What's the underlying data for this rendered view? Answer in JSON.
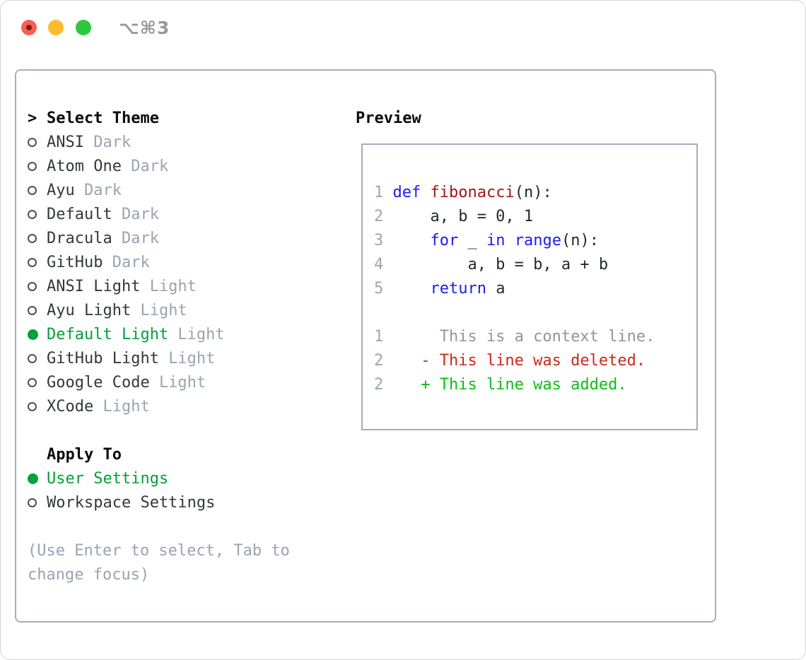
{
  "window": {
    "title": "⌥⌘3",
    "traffic_lights": [
      "close",
      "minimize",
      "zoom"
    ]
  },
  "theme_selector": {
    "prompt": ">",
    "header": "Select Theme",
    "themes": [
      {
        "name": "ANSI",
        "variant": "Dark",
        "selected": false
      },
      {
        "name": "Atom One",
        "variant": "Dark",
        "selected": false
      },
      {
        "name": "Ayu",
        "variant": "Dark",
        "selected": false
      },
      {
        "name": "Default",
        "variant": "Dark",
        "selected": false
      },
      {
        "name": "Dracula",
        "variant": "Dark",
        "selected": false
      },
      {
        "name": "GitHub",
        "variant": "Dark",
        "selected": false
      },
      {
        "name": "ANSI Light",
        "variant": "Light",
        "selected": false
      },
      {
        "name": "Ayu Light",
        "variant": "Light",
        "selected": false
      },
      {
        "name": "Default Light",
        "variant": "Light",
        "selected": true
      },
      {
        "name": "GitHub Light",
        "variant": "Light",
        "selected": false
      },
      {
        "name": "Google Code",
        "variant": "Light",
        "selected": false
      },
      {
        "name": "XCode",
        "variant": "Light",
        "selected": false
      }
    ],
    "apply_to": {
      "header": "Apply To",
      "options": [
        {
          "label": "User Settings",
          "selected": true
        },
        {
          "label": "Workspace Settings",
          "selected": false
        }
      ]
    },
    "hint_lines": [
      "(Use Enter to select, Tab to",
      "change focus)"
    ]
  },
  "preview": {
    "header": "Preview",
    "code_lines": [
      {
        "num": "1",
        "segments": [
          [
            "def",
            "kw"
          ],
          [
            " ",
            "pl"
          ],
          [
            "fibonacci",
            "fn"
          ],
          [
            "(n):",
            "pl"
          ]
        ]
      },
      {
        "num": "2",
        "segments": [
          [
            "    a, b = 0, 1",
            "pl"
          ]
        ]
      },
      {
        "num": "3",
        "segments": [
          [
            "    ",
            "pl"
          ],
          [
            "for",
            "kw"
          ],
          [
            " _ ",
            "pl"
          ],
          [
            "in",
            "kw"
          ],
          [
            " ",
            "pl"
          ],
          [
            "range",
            "kw"
          ],
          [
            "(n):",
            "pl"
          ]
        ]
      },
      {
        "num": "4",
        "segments": [
          [
            "        a, b = b, a + b",
            "pl"
          ]
        ]
      },
      {
        "num": "5",
        "segments": [
          [
            "    ",
            "pl"
          ],
          [
            "return",
            "kw"
          ],
          [
            " a",
            "pl"
          ]
        ]
      },
      {
        "num": "",
        "segments": []
      },
      {
        "num": "1",
        "segments": [
          [
            "     This is a context line.",
            "ctx"
          ]
        ]
      },
      {
        "num": "2",
        "segments": [
          [
            "   - This line was deleted.",
            "del"
          ]
        ]
      },
      {
        "num": "2",
        "segments": [
          [
            "   + This line was added.",
            "add"
          ]
        ]
      }
    ]
  },
  "colors": {
    "accent_green": "#00a236",
    "keyword_blue": "#1c1cf0",
    "function_red": "#a31515",
    "deleted_red": "#c9291a",
    "added_green": "#0abf12",
    "muted_gray": "#9aa4b2",
    "context_gray": "#8e979f",
    "border_gray": "#a6aebb",
    "traffic_red": "#f95f57",
    "traffic_yellow": "#fdbc2e",
    "traffic_green": "#2dc83d"
  }
}
